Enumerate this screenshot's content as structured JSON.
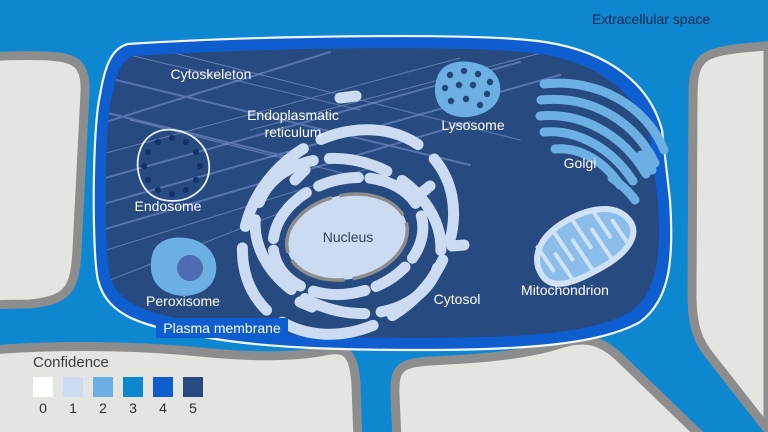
{
  "scene": {
    "type": "cell-segmentation-diagram"
  },
  "labels": {
    "extracellular_space": "Extracellular space",
    "cytoskeleton": "Cytoskeleton",
    "er_line1": "Endoplasmatic",
    "er_line2": "reticulum",
    "lysosome": "Lysosome",
    "golgi": "Golgi",
    "endosome": "Endosome",
    "nucleus": "Nucleus",
    "peroxisome": "Peroxisome",
    "cytosol": "Cytosol",
    "mitochondrion": "Mitochondrion",
    "plasma_membrane": "Plasma membrane"
  },
  "legend": {
    "title": "Confidence",
    "items": [
      {
        "value": "0",
        "color": "#ffffff"
      },
      {
        "value": "1",
        "color": "#cbdcf2"
      },
      {
        "value": "2",
        "color": "#6cafe3"
      },
      {
        "value": "3",
        "color": "#0d87d0"
      },
      {
        "value": "4",
        "color": "#0e5ed0"
      },
      {
        "value": "5",
        "color": "#274a80"
      }
    ]
  },
  "colors": {
    "extracellular": "#0d87d0",
    "plasma_membrane": "#0e5ed0",
    "cytoplasm": "#274a80",
    "organelle_light": "#cbdcf2",
    "organelle_medium": "#6cafe3",
    "neighbor_cell_fill": "#e4e4e0",
    "neighbor_cell_border": "#8d8d8d",
    "nucleus_border": "#8d8d8d",
    "membrane_highlight": "#f2f7fd"
  }
}
